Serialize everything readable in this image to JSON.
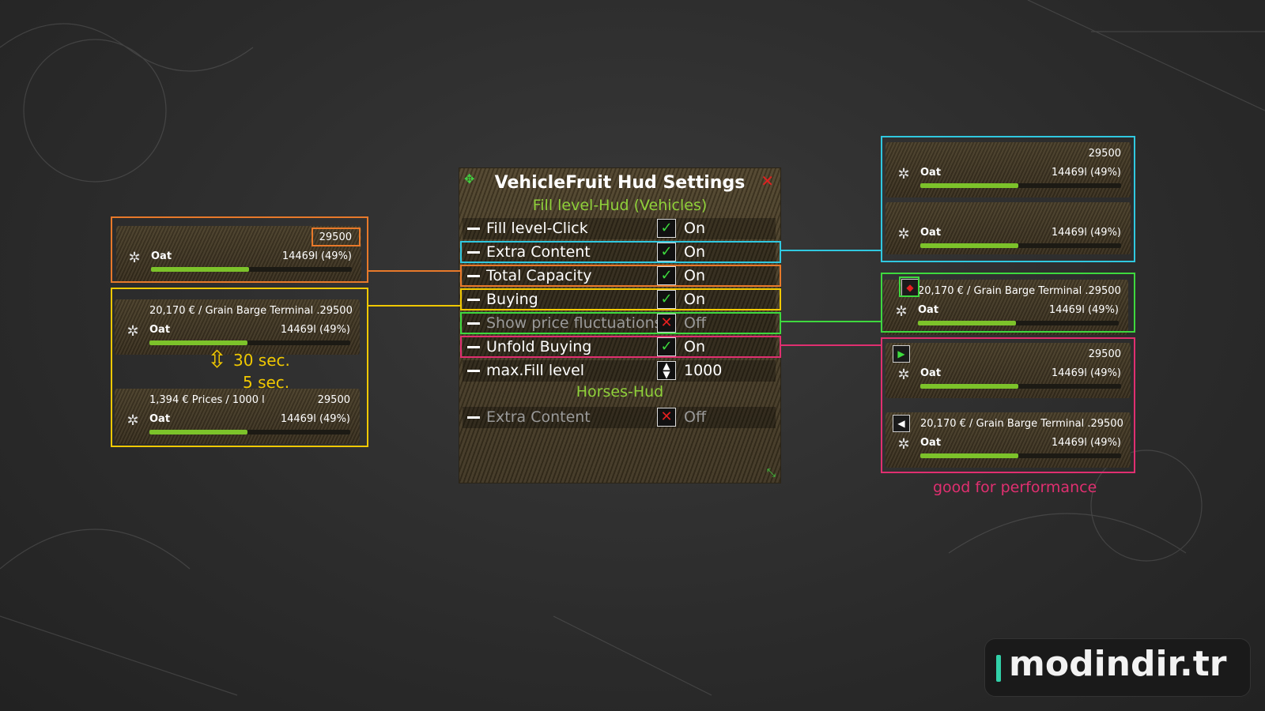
{
  "panel": {
    "title": "VehicleFruit Hud Settings",
    "section1": "Fill level-Hud (Vehicles)",
    "section2": "Horses-Hud",
    "rows": [
      {
        "label": "Fill level-Click",
        "value": "On",
        "state": "check"
      },
      {
        "label": "Extra Content",
        "value": "On",
        "state": "check"
      },
      {
        "label": "Total Capacity",
        "value": "On",
        "state": "check"
      },
      {
        "label": "Buying",
        "value": "On",
        "state": "check"
      },
      {
        "label": "Show price fluctuations",
        "value": "Off",
        "state": "cross"
      },
      {
        "label": "Unfold Buying",
        "value": "On",
        "state": "check"
      },
      {
        "label": "max.Fill level",
        "value": "1000",
        "state": "spinner"
      },
      {
        "label": "Extra Content",
        "value": "Off",
        "state": "cross"
      }
    ]
  },
  "left_huds": [
    {
      "top": "29500",
      "name": "Oat",
      "amount": "14469l (49%)",
      "fill_fraction": 0.49
    },
    {
      "top_left": "20,170 € / Grain Barge Terminal .29500",
      "name": "Oat",
      "amount": "14469l (49%)",
      "fill_fraction": 0.49
    },
    {
      "top_left": "1,394 € Prices / 1000 l",
      "top": "29500",
      "name": "Oat",
      "amount": "14469l (49%)",
      "fill_fraction": 0.49
    }
  ],
  "left_note": {
    "a": "30 sec.",
    "b": "5 sec."
  },
  "right_huds": [
    {
      "top": "29500",
      "name": "Oat",
      "amount": "14469l (49%)",
      "fill_fraction": 0.49
    },
    {
      "name": "Oat",
      "amount": "14469l (49%)",
      "fill_fraction": 0.49
    },
    {
      "top_left": "20,170 € / Grain Barge Terminal .29500",
      "name": "Oat",
      "amount": "14469l (49%)",
      "fill_fraction": 0.49
    },
    {
      "top": "29500",
      "name": "Oat",
      "amount": "14469l (49%)",
      "fill_fraction": 0.49
    },
    {
      "top_left": "20,170 € / Grain Barge Terminal .29500",
      "name": "Oat",
      "amount": "14469l (49%)",
      "fill_fraction": 0.49
    }
  ],
  "performance_note": "good for performance",
  "logo_text": "modindir.tr",
  "colors": {
    "orange": "#e8792a",
    "cyan": "#30c8e0",
    "yellow": "#f0c800",
    "green": "#3ed83e",
    "pink": "#e02f70",
    "bar_fill": "#7cc22a"
  }
}
